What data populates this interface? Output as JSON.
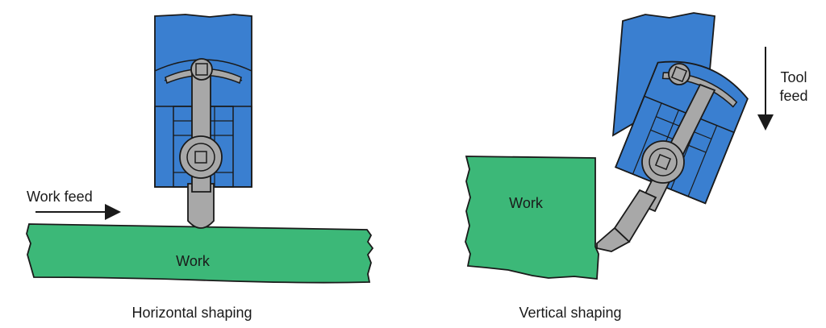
{
  "colors": {
    "tool_head": "#3a7fd0",
    "work": "#3cb878",
    "tool": "#a8a8a8",
    "outline": "#1a1a1a"
  },
  "left_diagram": {
    "feed_label": "Work feed",
    "work_label": "Work",
    "caption": "Horizontal shaping"
  },
  "right_diagram": {
    "feed_label_line1": "Tool",
    "feed_label_line2": "feed",
    "work_label": "Work",
    "caption": "Vertical shaping"
  }
}
